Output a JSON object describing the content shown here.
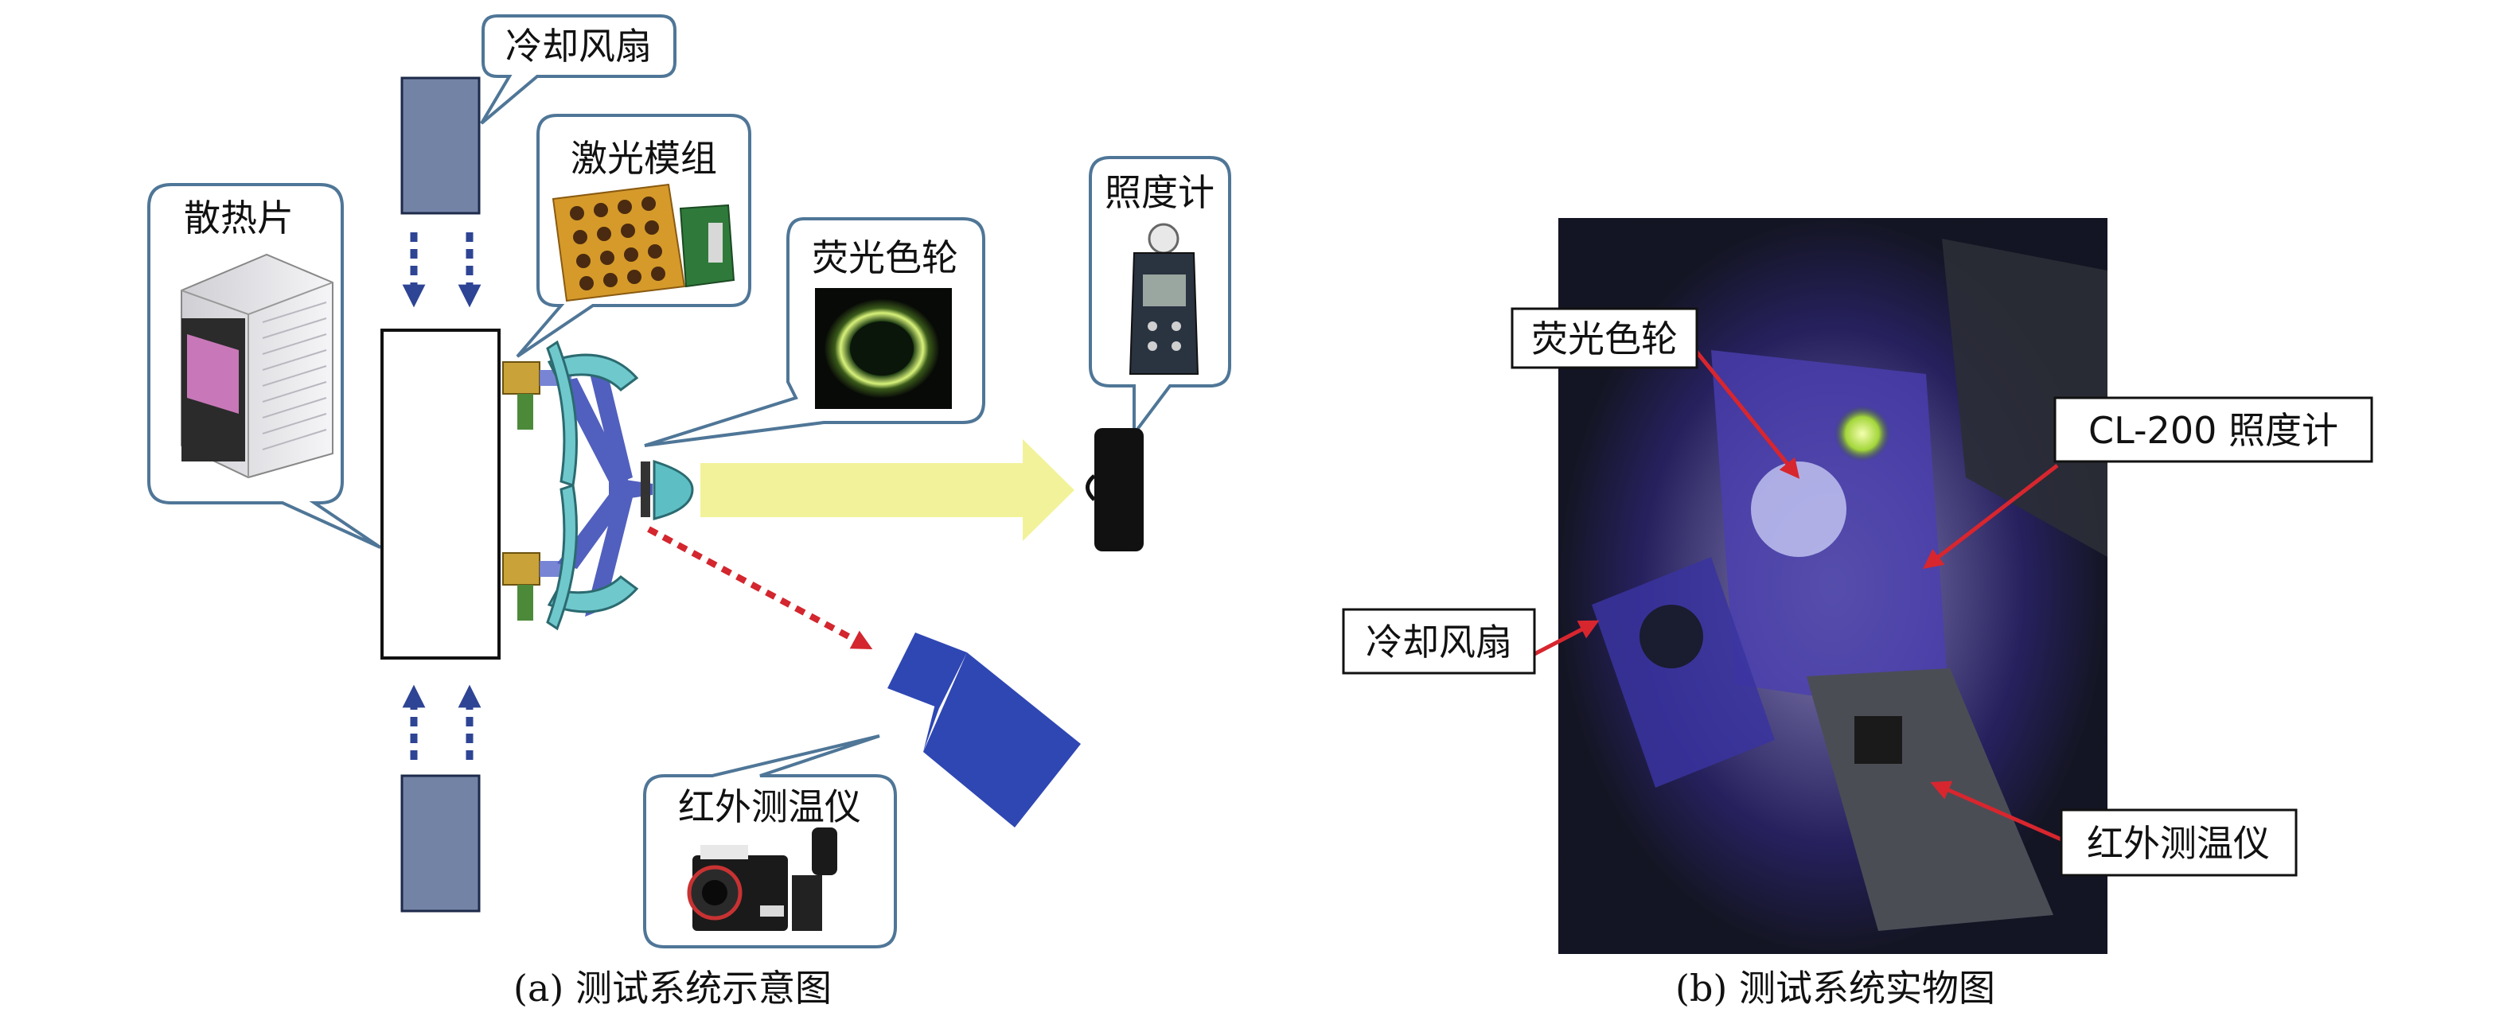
{
  "panel_a": {
    "caption": "(a) 测试系统示意图",
    "labels": {
      "cooling_fan": "冷却风扇",
      "laser_module": "激光模组",
      "heat_sink": "散热片",
      "phosphor_wheel": "荧光色轮",
      "illuminance_meter": "照度计",
      "ir_thermometer": "红外测温仪"
    },
    "colors": {
      "fan_block": "#7383a6",
      "airflow_arrow": "#2e4494",
      "blue_beam": "#3f4fb8",
      "reflector": "#6fc8cc",
      "yellow_light": "#f2f29a",
      "ir_beam": "#d3262e",
      "ir_camera": "#2f47b3",
      "meter": "#111111"
    }
  },
  "panel_b": {
    "caption": "(b) 测试系统实物图",
    "labels": {
      "phosphor_wheel": "荧光色轮",
      "meter": "CL-200 照度计",
      "cooling_fan": "冷却风扇",
      "ir_thermometer": "红外测温仪"
    },
    "colors": {
      "pointer": "#d8262e"
    }
  }
}
